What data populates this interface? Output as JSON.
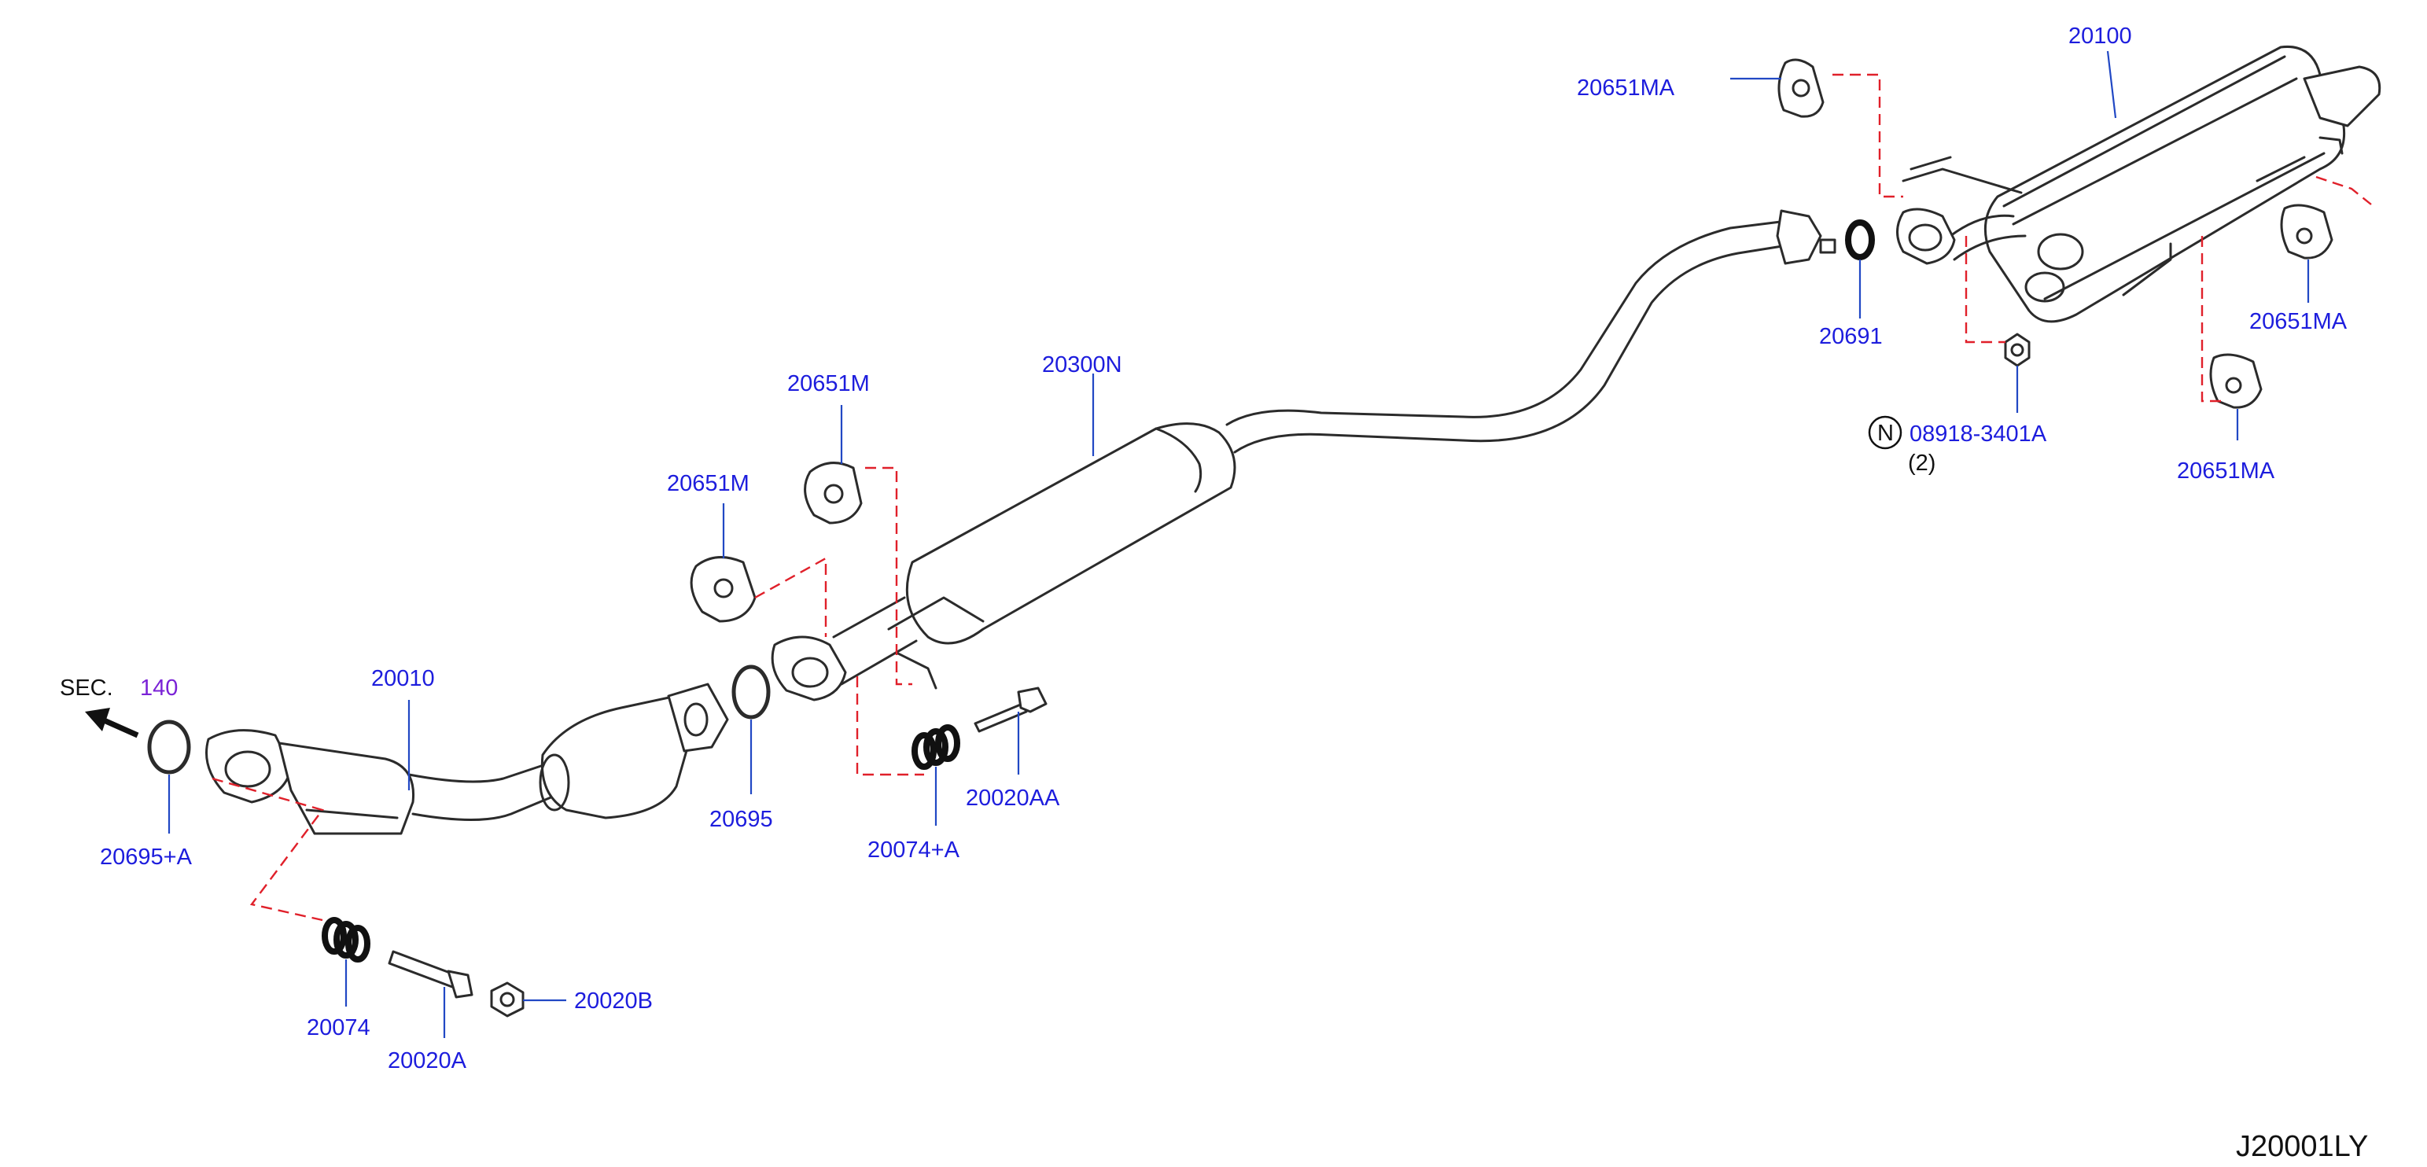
{
  "diagram": {
    "sec_prefix": "SEC.",
    "sec_number": "140",
    "qty_note": "(2)",
    "nut_symbol": "N",
    "diagram_code": "J20001LY",
    "labels": {
      "muffler_rear": "20100",
      "mount_rear_top": "20651MA",
      "mount_rear_right": "20651MA",
      "mount_rear_bottom": "20651MA",
      "gasket_rear": "20691",
      "nut_rear": "08918-3401A",
      "mount_center_top": "20651M",
      "mount_center_left": "20651M",
      "center_pipe": "20300N",
      "front_tube": "20010",
      "gasket_front": "20695+A",
      "gasket_center": "20695",
      "spring_center": "20074+A",
      "bolt_center": "20020AA",
      "spring_front": "20074",
      "bolt_front": "20020A",
      "nut_front": "20020B"
    }
  }
}
